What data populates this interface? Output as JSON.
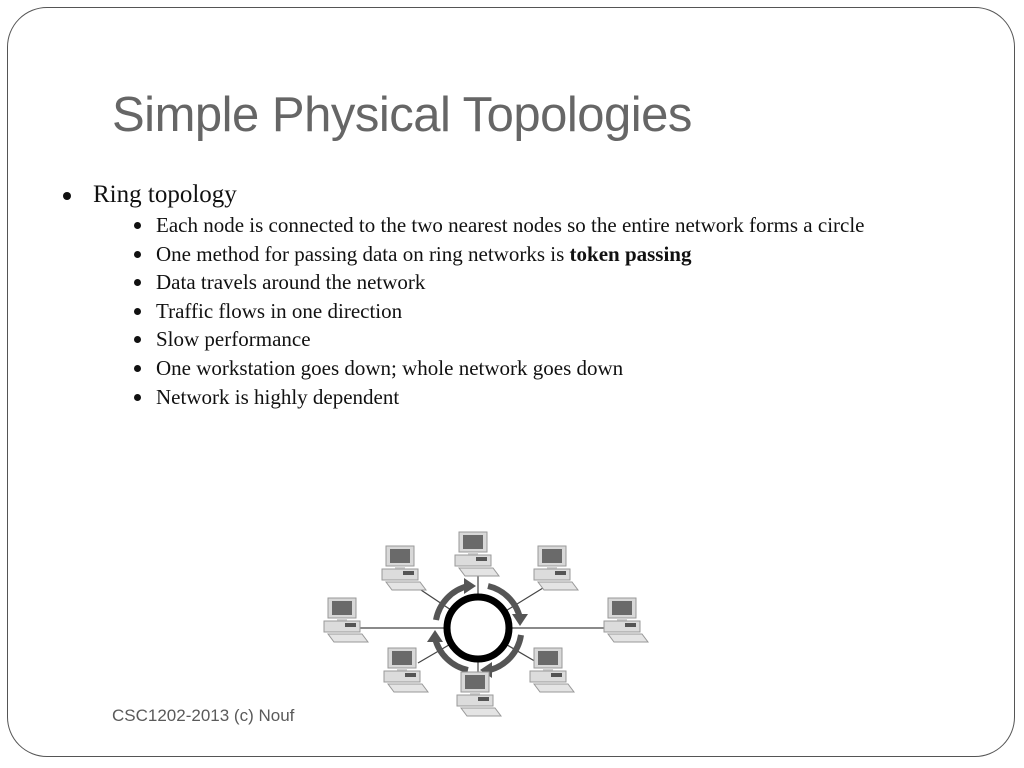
{
  "slide": {
    "title": "Simple Physical Topologies",
    "bullets": [
      {
        "text": "Ring topology",
        "sub": [
          {
            "text": "Each node is connected to the two nearest nodes so the entire network forms a circle"
          },
          {
            "text": "One method for passing data on ring networks is ",
            "bold": "token passing"
          },
          {
            "text": "Data travels around the network"
          },
          {
            "text": "Traffic flows in one direction"
          },
          {
            "text": "Slow performance"
          },
          {
            "text": "One workstation goes down; whole network goes down"
          },
          {
            "text": "Network is highly dependent"
          }
        ]
      }
    ],
    "footer": "CSC1202-2013 (c) Nouf",
    "diagram": {
      "label": "ring-topology-diagram",
      "ring_color": "#000000",
      "arrow_color": "#555555",
      "computers": 8
    }
  }
}
